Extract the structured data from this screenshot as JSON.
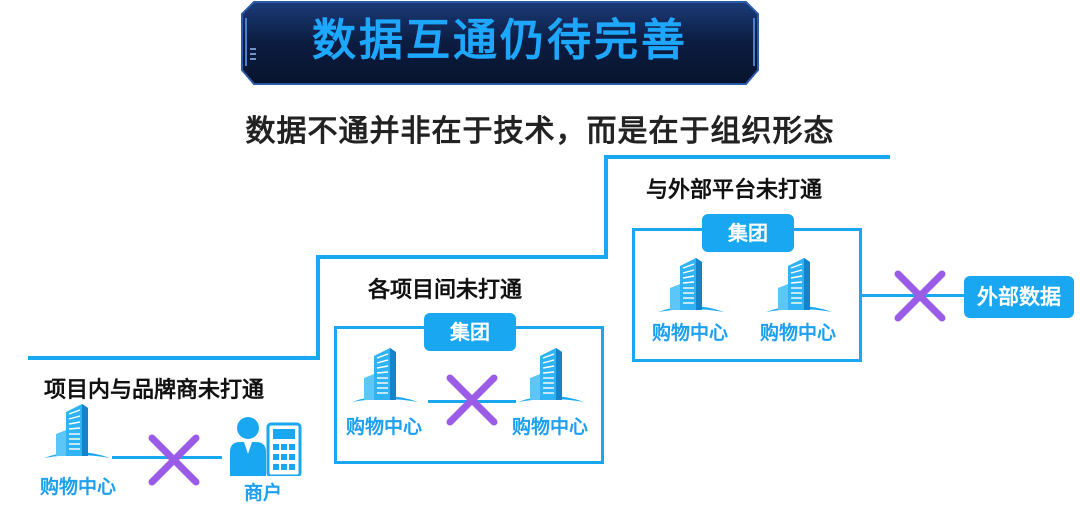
{
  "title": "数据互通仍待完善",
  "subtitle": "数据不通并非在于技术，而是在于组织形态",
  "steps": [
    {
      "label": "项目内与品牌商未打通",
      "left_item": "购物中心",
      "right_item": "商户"
    },
    {
      "label": "各项目间未打通",
      "group": "集团",
      "items": [
        "购物中心",
        "购物中心"
      ]
    },
    {
      "label": "与外部平台未打通",
      "group": "集团",
      "items": [
        "购物中心",
        "购物中心"
      ],
      "external": "外部数据"
    }
  ],
  "colors": {
    "accent": "#1aa7f2",
    "cross": "#9a5ce6",
    "banner_dark": "#0d1f45"
  },
  "icons": [
    "building-icon",
    "merchant-icon",
    "cross-icon"
  ]
}
